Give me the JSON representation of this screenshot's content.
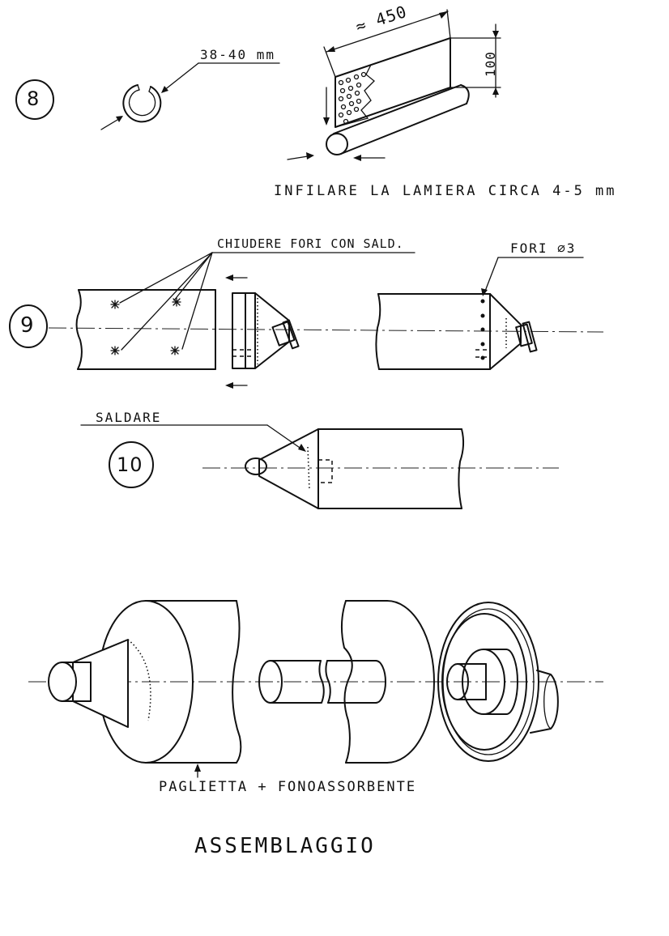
{
  "steps": {
    "step8": {
      "number": "8",
      "diameter_label": "38-40 mm",
      "length_label": "≈ 450",
      "height_label": "100",
      "note": "INFILARE LA LAMIERA CIRCA 4-5 mm"
    },
    "step9": {
      "number": "9",
      "note": "CHIUDERE FORI CON SALD.",
      "holes_label": "FORI ∅3"
    },
    "step10": {
      "number": "10",
      "note": "SALDARE"
    }
  },
  "assembly": {
    "material_label": "PAGLIETTA + FONOASSORBENTE",
    "title": "ASSEMBLAGGIO"
  }
}
